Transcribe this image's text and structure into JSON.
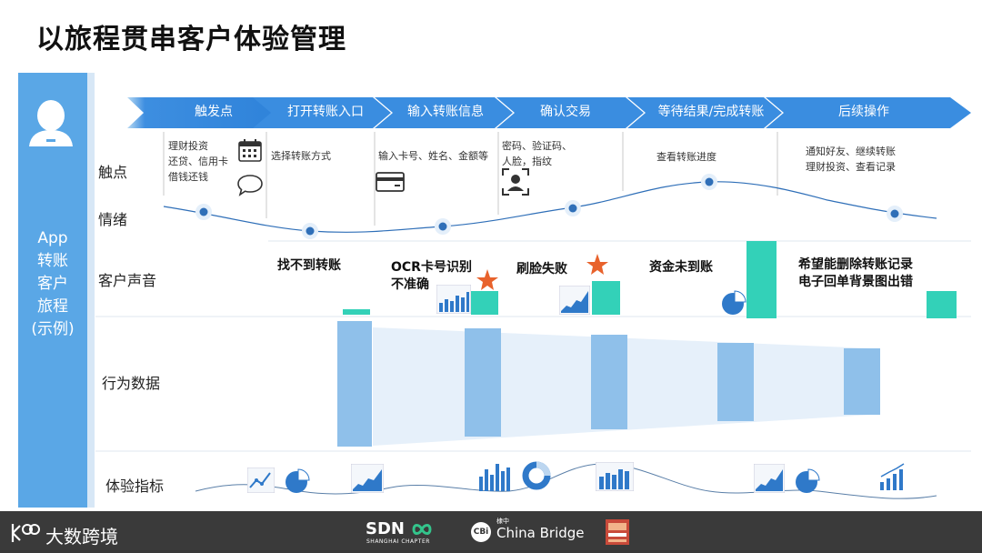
{
  "title": "以旅程贯串客户体验管理",
  "sidebar": {
    "label": "App\n转账\n客户\n旅程\n(示例)"
  },
  "rows": {
    "touchpoint": "触点",
    "emotion": "情绪",
    "voice": "客户声音",
    "behavior": "行为数据",
    "metrics": "体验指标"
  },
  "stages": [
    "触发点",
    "打开转账入口",
    "输入转账信息",
    "确认交易",
    "等待结果/完成转账",
    "后续操作"
  ],
  "touchpoints": [
    "理财投资\n还贷、信用卡\n借钱还钱",
    "选择转账方式",
    "输入卡号、姓名、金额等",
    "密码、验证码、\n人脸，指纹",
    "查看转账进度",
    "通知好友、继续转账\n理财投资、查看记录"
  ],
  "voices": [
    "找不到转账",
    "OCR卡号识别\n不准确",
    "刷脸失败",
    "资金未到账",
    "希望能删除转账记录\n电子回单背景图出错"
  ],
  "footer": {
    "brand": "大数跨境",
    "sdn": "SDN",
    "sdn_sub": "SHANGHAI CHAPTER",
    "cbi_badge": "CBi",
    "cbi_small": "棣中",
    "cbi": "China Bridge"
  },
  "colors": {
    "sidebar": "#5aa7e6",
    "arrow": "#3d8ee0",
    "accent_green": "#33d1b8",
    "funnel_bar": "#8fc0ea",
    "star": "#e8622c"
  }
}
